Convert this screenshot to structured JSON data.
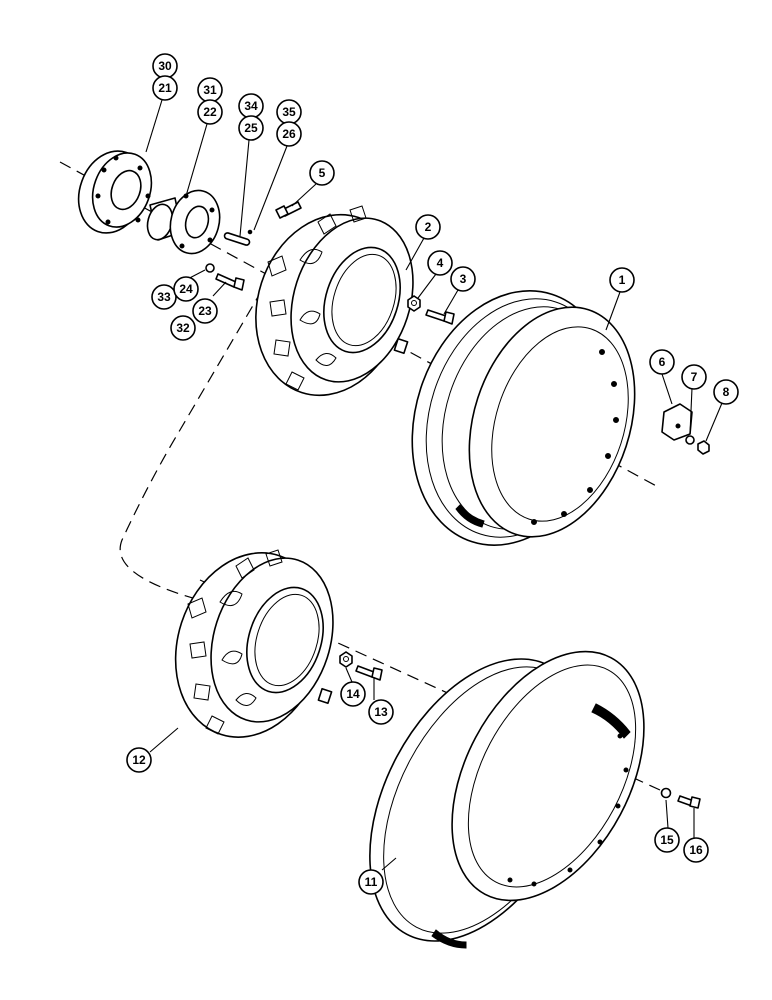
{
  "diagram": {
    "colors": {
      "ink": "#000000",
      "paper": "#ffffff"
    },
    "callouts": [
      {
        "id": "c30",
        "label": "30"
      },
      {
        "id": "c21",
        "label": "21"
      },
      {
        "id": "c31",
        "label": "31"
      },
      {
        "id": "c22",
        "label": "22"
      },
      {
        "id": "c34",
        "label": "34"
      },
      {
        "id": "c25",
        "label": "25"
      },
      {
        "id": "c35",
        "label": "35"
      },
      {
        "id": "c26",
        "label": "26"
      },
      {
        "id": "c5",
        "label": "5"
      },
      {
        "id": "c2",
        "label": "2"
      },
      {
        "id": "c4",
        "label": "4"
      },
      {
        "id": "c3",
        "label": "3"
      },
      {
        "id": "c1",
        "label": "1"
      },
      {
        "id": "c6",
        "label": "6"
      },
      {
        "id": "c7",
        "label": "7"
      },
      {
        "id": "c8",
        "label": "8"
      },
      {
        "id": "c33",
        "label": "33"
      },
      {
        "id": "c24",
        "label": "24"
      },
      {
        "id": "c32",
        "label": "32"
      },
      {
        "id": "c23",
        "label": "23"
      },
      {
        "id": "c14",
        "label": "14"
      },
      {
        "id": "c13",
        "label": "13"
      },
      {
        "id": "c12",
        "label": "12"
      },
      {
        "id": "c15",
        "label": "15"
      },
      {
        "id": "c16",
        "label": "16"
      },
      {
        "id": "c11",
        "label": "11"
      }
    ]
  }
}
